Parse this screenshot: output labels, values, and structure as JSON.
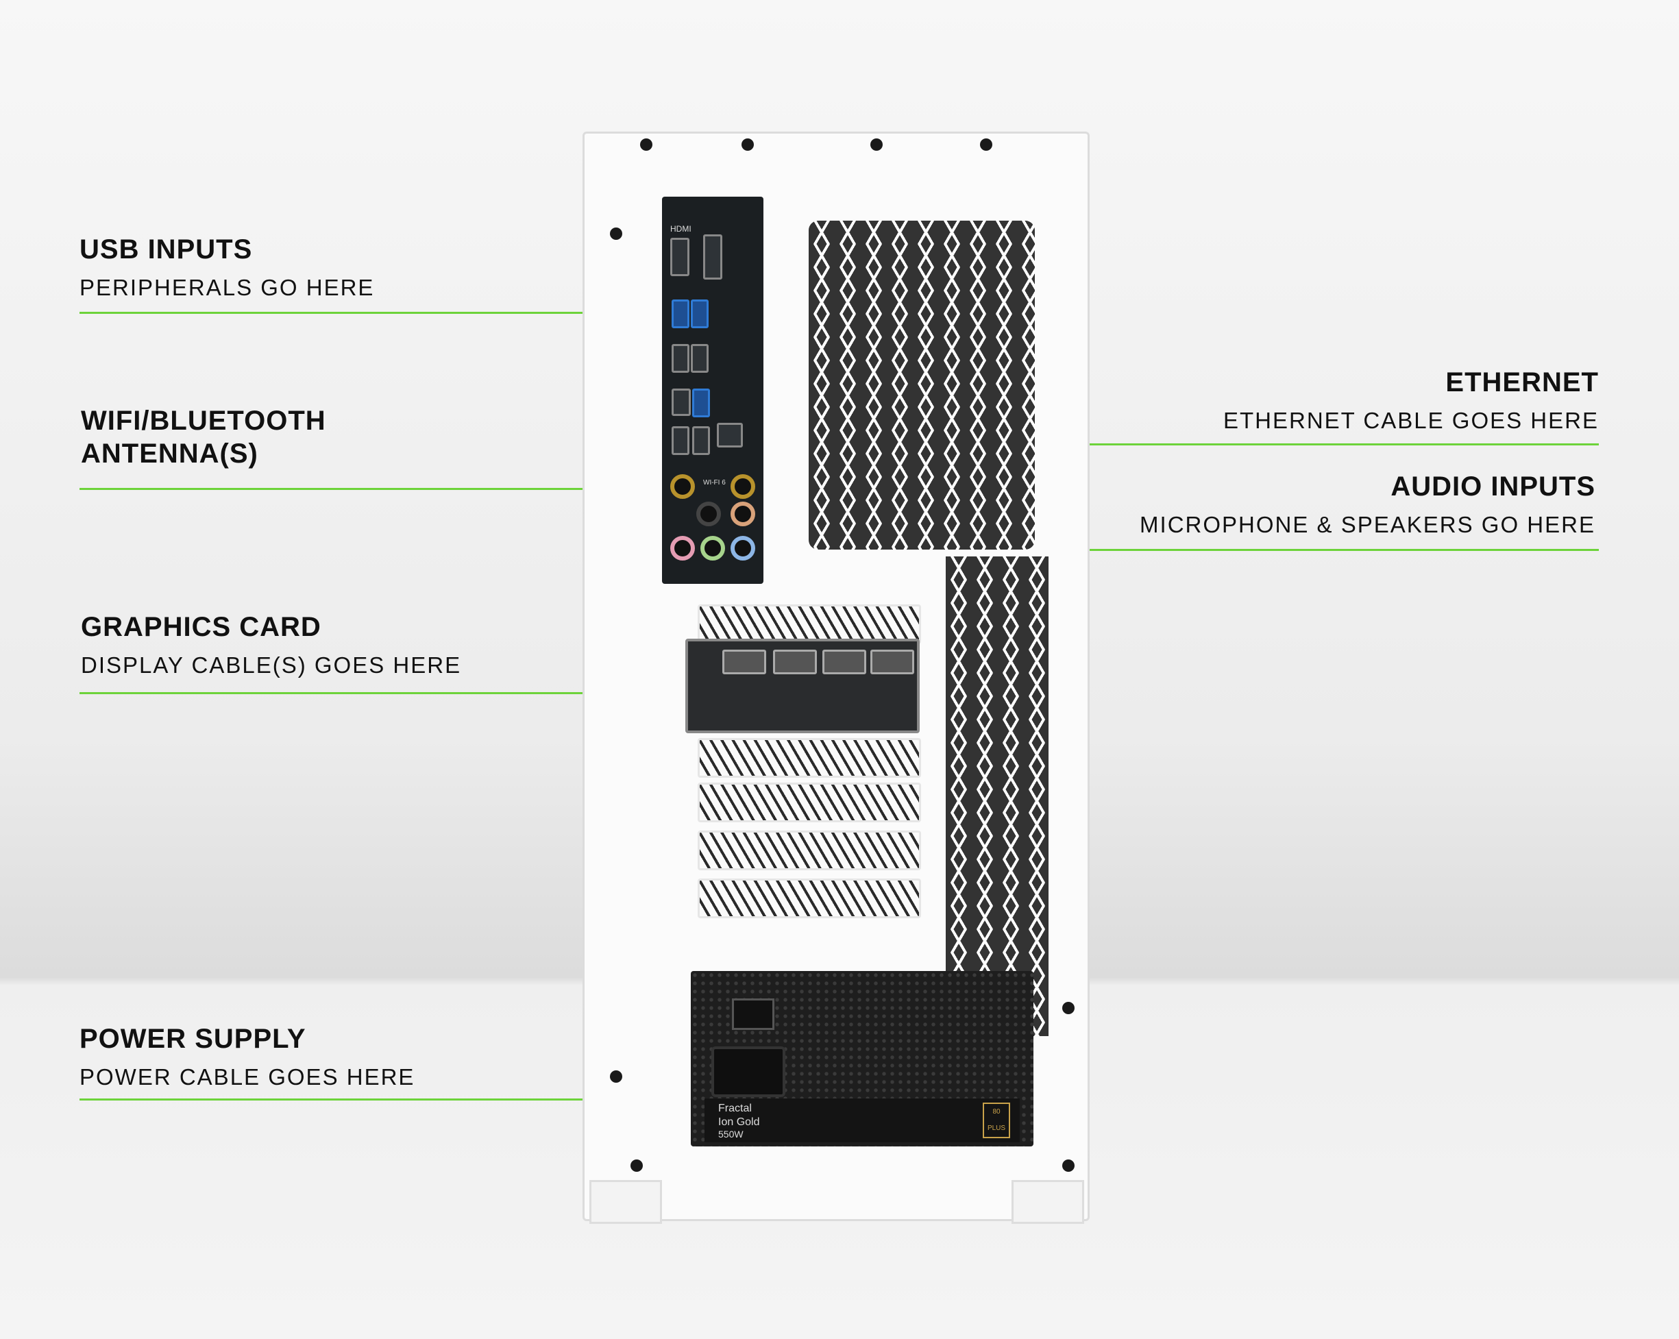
{
  "callouts": {
    "usb": {
      "title": "USB INPUTS",
      "subtitle": "PERIPHERALS GO HERE"
    },
    "wifi": {
      "title_line1": "WIFI/BLUETOOTH",
      "title_line2": "ANTENNA(S)"
    },
    "graphics": {
      "title": "GRAPHICS CARD",
      "subtitle": "DISPLAY CABLE(S) GOES HERE"
    },
    "power": {
      "title": "POWER SUPPLY",
      "subtitle": "POWER CABLE GOES HERE"
    },
    "ethernet": {
      "title": "ETHERNET",
      "subtitle": "ETHERNET CABLE GOES HERE"
    },
    "audio": {
      "title": "AUDIO INPUTS",
      "subtitle": "MICROPHONE & SPEAKERS GO HERE"
    }
  },
  "io_labels": {
    "hdmi": "HDMI",
    "wifi": "WI-FI 6"
  },
  "psu_labels": {
    "brand": "Fractal",
    "model": "Ion Gold",
    "wattage": "550W",
    "badge": "80 PLUS"
  },
  "colors": {
    "accent_line": "#6dd33a",
    "text": "#111111"
  }
}
